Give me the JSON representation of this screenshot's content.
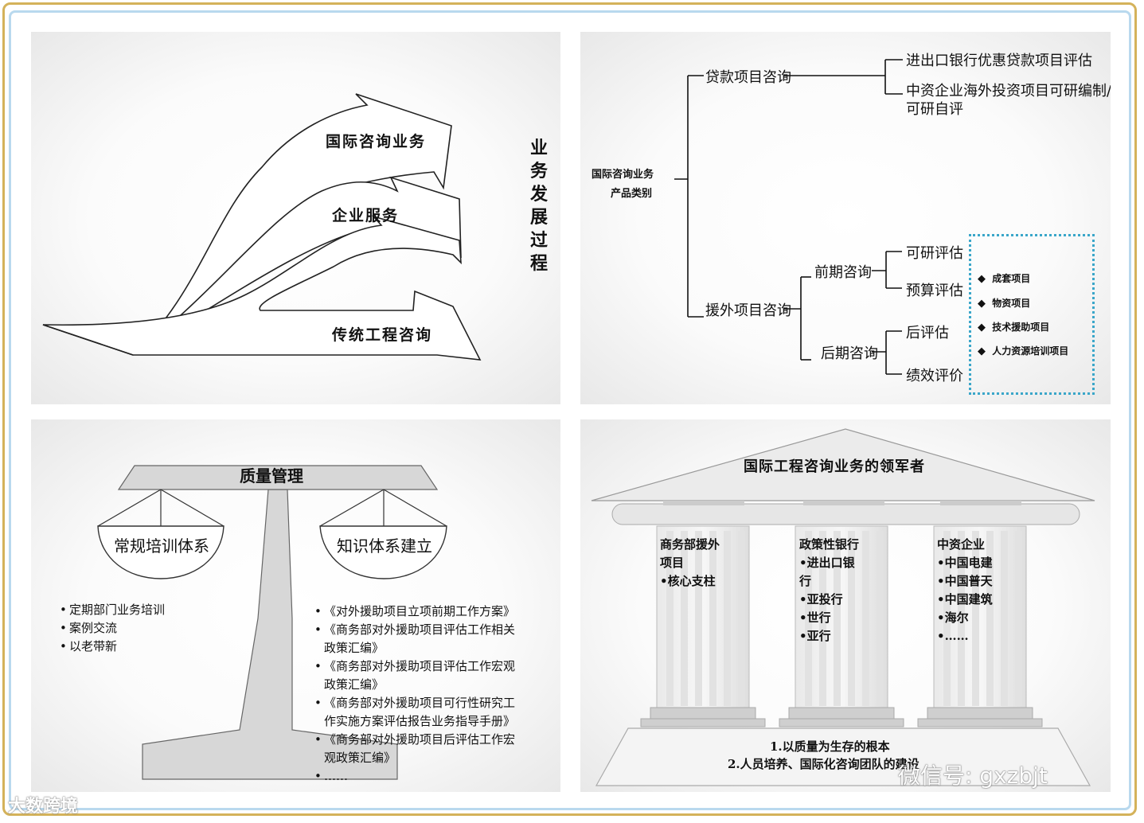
{
  "panel1": {
    "arrows": [
      "国际咨询业务",
      "企业服务",
      "传统工程咨询"
    ],
    "title_chars": [
      "业",
      "务",
      "发",
      "展",
      "过",
      "程"
    ]
  },
  "panel2": {
    "root_line1": "国际咨询业务",
    "root_line2": "产品类别",
    "loan": "贷款项目咨询",
    "loan_child1": "进出口银行优惠贷款项目评估",
    "loan_child2_line1": "中资企业海外投资项目可研编制/",
    "loan_child2_line2": "可研自评",
    "aid": "援外项目咨询",
    "pre": "前期咨询",
    "pre_child1": "可研评估",
    "pre_child2": "预算评估",
    "post": "后期咨询",
    "post_child1": "后评估",
    "post_child2": "绩效评价",
    "box_items": [
      "成套项目",
      "物资项目",
      "技术援助项目",
      "人力资源培训项目"
    ],
    "diamond": "◆"
  },
  "panel3": {
    "beam": "质量管理",
    "left_pan": "常规培训体系",
    "right_pan": "知识体系建立",
    "left_items": [
      "定期部门业务培训",
      "案例交流",
      "以老带新"
    ],
    "right_lines": [
      {
        "b": "•",
        "t": "《对外援助项目立项前期工作方案》"
      },
      {
        "b": "•",
        "t": "《商务部对外援助项目评估工作相关"
      },
      {
        "b": "",
        "t": "政策汇编》"
      },
      {
        "b": "•",
        "t": "《商务部对外援助项目评估工作宏观"
      },
      {
        "b": "",
        "t": "政策汇编》"
      },
      {
        "b": "•",
        "t": "《商务部对外援助项目可行性研究工"
      },
      {
        "b": "",
        "t": "作实施方案评估报告业务指导手册》"
      },
      {
        "b": "•",
        "t": "《商务部对外援助项目后评估工作宏"
      },
      {
        "b": "",
        "t": "观政策汇编》"
      },
      {
        "b": "•",
        "t": "……"
      }
    ],
    "bullet": "•"
  },
  "panel4": {
    "roof": "国际工程咨询业务的领军者",
    "col1": [
      "商务部援外",
      "项目",
      "•核心支柱"
    ],
    "col2": [
      "政策性银行",
      "•进出口银",
      "行",
      "•亚投行",
      "•世行",
      "•亚行"
    ],
    "col3": [
      "中资企业",
      "•中国电建",
      "•中国普天",
      "•中国建筑",
      "•海尔",
      "•……"
    ],
    "base1": "1.以质量为生存的根本",
    "base2": "2.人员培养、国际化咨询团队的建设"
  },
  "watermarks": {
    "left": "大数跨境",
    "right": "微信号: gxzbjt"
  }
}
